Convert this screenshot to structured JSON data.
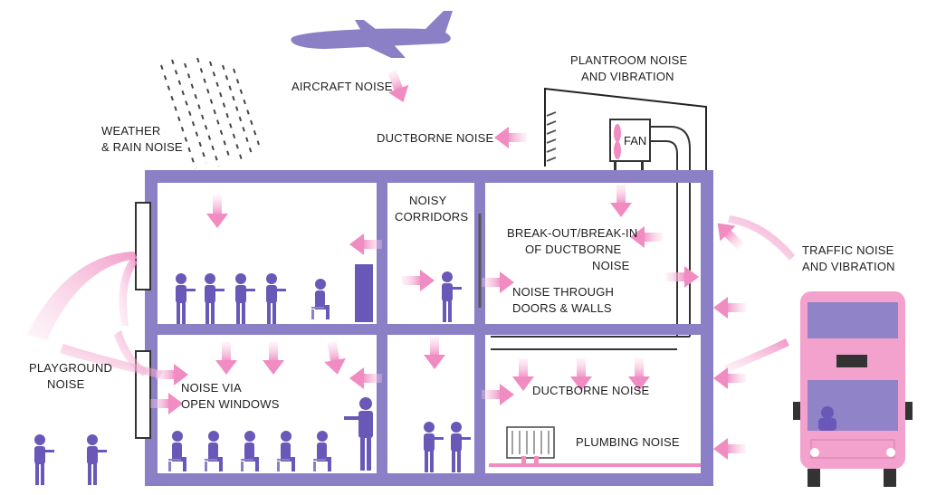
{
  "colors": {
    "building": "#8b7fc6",
    "accent_pink": "#f29ac8",
    "bus_body": "#f2a2cc",
    "bus_window": "#9183c7",
    "person": "#6a58b8",
    "text": "#1e1e1e"
  },
  "labels": {
    "aircraft": "AIRCRAFT NOISE",
    "weather": [
      "WEATHER",
      "& RAIN NOISE"
    ],
    "plantroom": [
      "PLANTROOM NOISE",
      "AND VIBRATION"
    ],
    "ductborne_top": "DUCTBORNE NOISE",
    "fan": "FAN",
    "corridors": [
      "NOISY",
      "CORRIDORS"
    ],
    "breakout": [
      "BREAK-OUT/BREAK-IN",
      "OF DUCTBORNE",
      "NOISE"
    ],
    "through_walls": [
      "NOISE THROUGH",
      "DOORS & WALLS"
    ],
    "traffic": [
      "TRAFFIC NOISE",
      "AND VIBRATION"
    ],
    "playground": [
      "PLAYGROUND",
      "NOISE"
    ],
    "open_windows": [
      "NOISE VIA",
      "OPEN WINDOWS"
    ],
    "ductborne_bottom": "DUCTBORNE NOISE",
    "plumbing": "PLUMBING NOISE"
  },
  "icons": [
    "airplane-icon",
    "rain-icon",
    "fan-icon",
    "radiator-icon",
    "bus-icon",
    "person-icon",
    "noise-arrow-icon"
  ]
}
